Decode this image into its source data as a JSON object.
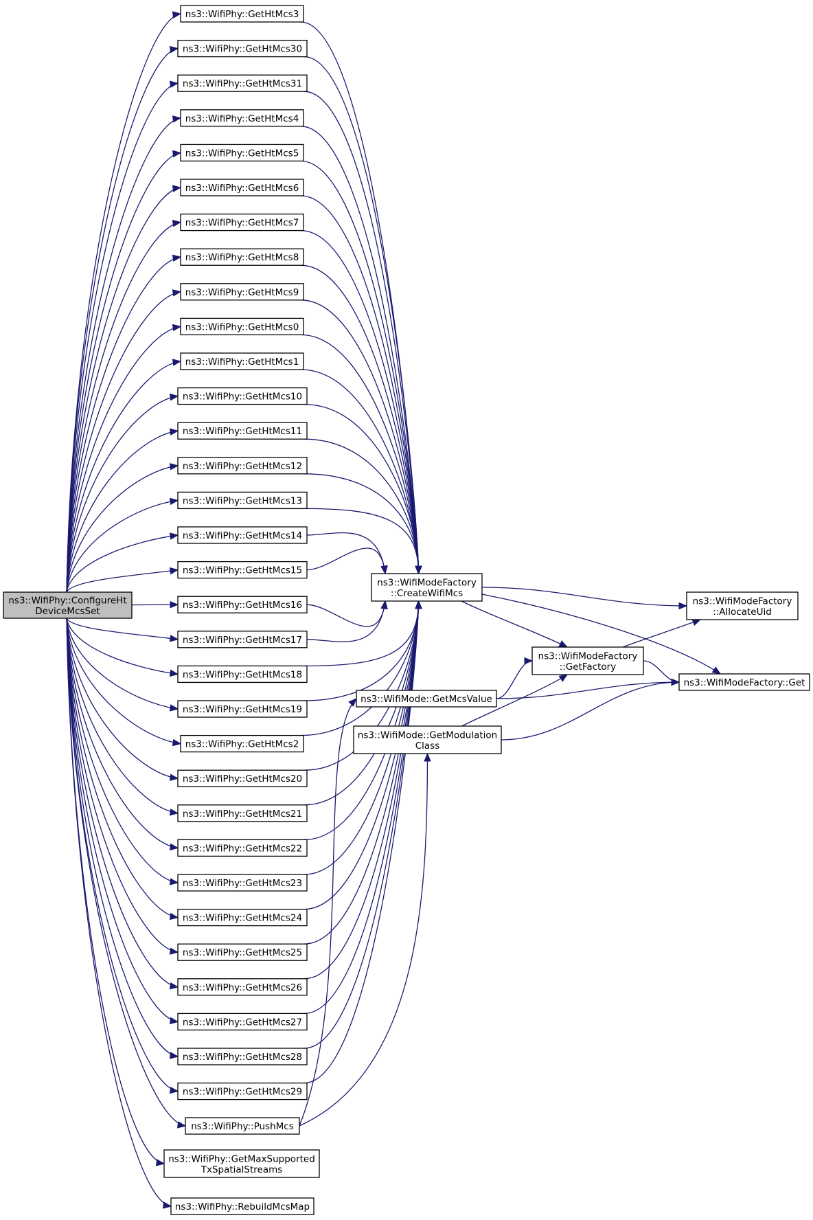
{
  "graph": {
    "nodes": [
      {
        "id": "configure",
        "lines": [
          "ns3::WifiPhy::ConfigureHt",
          "DeviceMcsSet"
        ],
        "highlighted": true
      },
      {
        "id": "ht3",
        "lines": [
          "ns3::WifiPhy::GetHtMcs3"
        ]
      },
      {
        "id": "ht30",
        "lines": [
          "ns3::WifiPhy::GetHtMcs30"
        ]
      },
      {
        "id": "ht31",
        "lines": [
          "ns3::WifiPhy::GetHtMcs31"
        ]
      },
      {
        "id": "ht4",
        "lines": [
          "ns3::WifiPhy::GetHtMcs4"
        ]
      },
      {
        "id": "ht5",
        "lines": [
          "ns3::WifiPhy::GetHtMcs5"
        ]
      },
      {
        "id": "ht6",
        "lines": [
          "ns3::WifiPhy::GetHtMcs6"
        ]
      },
      {
        "id": "ht7",
        "lines": [
          "ns3::WifiPhy::GetHtMcs7"
        ]
      },
      {
        "id": "ht8",
        "lines": [
          "ns3::WifiPhy::GetHtMcs8"
        ]
      },
      {
        "id": "ht9",
        "lines": [
          "ns3::WifiPhy::GetHtMcs9"
        ]
      },
      {
        "id": "ht0",
        "lines": [
          "ns3::WifiPhy::GetHtMcs0"
        ]
      },
      {
        "id": "ht1",
        "lines": [
          "ns3::WifiPhy::GetHtMcs1"
        ]
      },
      {
        "id": "ht10",
        "lines": [
          "ns3::WifiPhy::GetHtMcs10"
        ]
      },
      {
        "id": "ht11",
        "lines": [
          "ns3::WifiPhy::GetHtMcs11"
        ]
      },
      {
        "id": "ht12",
        "lines": [
          "ns3::WifiPhy::GetHtMcs12"
        ]
      },
      {
        "id": "ht13",
        "lines": [
          "ns3::WifiPhy::GetHtMcs13"
        ]
      },
      {
        "id": "ht14",
        "lines": [
          "ns3::WifiPhy::GetHtMcs14"
        ]
      },
      {
        "id": "ht15",
        "lines": [
          "ns3::WifiPhy::GetHtMcs15"
        ]
      },
      {
        "id": "ht16",
        "lines": [
          "ns3::WifiPhy::GetHtMcs16"
        ]
      },
      {
        "id": "ht17",
        "lines": [
          "ns3::WifiPhy::GetHtMcs17"
        ]
      },
      {
        "id": "ht18",
        "lines": [
          "ns3::WifiPhy::GetHtMcs18"
        ]
      },
      {
        "id": "ht19",
        "lines": [
          "ns3::WifiPhy::GetHtMcs19"
        ]
      },
      {
        "id": "ht2",
        "lines": [
          "ns3::WifiPhy::GetHtMcs2"
        ]
      },
      {
        "id": "ht20",
        "lines": [
          "ns3::WifiPhy::GetHtMcs20"
        ]
      },
      {
        "id": "ht21",
        "lines": [
          "ns3::WifiPhy::GetHtMcs21"
        ]
      },
      {
        "id": "ht22",
        "lines": [
          "ns3::WifiPhy::GetHtMcs22"
        ]
      },
      {
        "id": "ht23",
        "lines": [
          "ns3::WifiPhy::GetHtMcs23"
        ]
      },
      {
        "id": "ht24",
        "lines": [
          "ns3::WifiPhy::GetHtMcs24"
        ]
      },
      {
        "id": "ht25",
        "lines": [
          "ns3::WifiPhy::GetHtMcs25"
        ]
      },
      {
        "id": "ht26",
        "lines": [
          "ns3::WifiPhy::GetHtMcs26"
        ]
      },
      {
        "id": "ht27",
        "lines": [
          "ns3::WifiPhy::GetHtMcs27"
        ]
      },
      {
        "id": "ht28",
        "lines": [
          "ns3::WifiPhy::GetHtMcs28"
        ]
      },
      {
        "id": "ht29",
        "lines": [
          "ns3::WifiPhy::GetHtMcs29"
        ]
      },
      {
        "id": "pushmcs",
        "lines": [
          "ns3::WifiPhy::PushMcs"
        ]
      },
      {
        "id": "getmaxss",
        "lines": [
          "ns3::WifiPhy::GetMaxSupported",
          "TxSpatialStreams"
        ]
      },
      {
        "id": "rebuild",
        "lines": [
          "ns3::WifiPhy::RebuildMcsMap"
        ]
      },
      {
        "id": "createwifimcs",
        "lines": [
          "ns3::WifiModeFactory",
          "::CreateWifiMcs"
        ]
      },
      {
        "id": "getmcsvalue",
        "lines": [
          "ns3::WifiMode::GetMcsValue"
        ]
      },
      {
        "id": "getmodclass",
        "lines": [
          "ns3::WifiMode::GetModulation",
          "Class"
        ]
      },
      {
        "id": "getfactory",
        "lines": [
          "ns3::WifiModeFactory",
          "::GetFactory"
        ]
      },
      {
        "id": "allocateuid",
        "lines": [
          "ns3::WifiModeFactory",
          "::AllocateUid"
        ]
      },
      {
        "id": "get",
        "lines": [
          "ns3::WifiModeFactory::Get"
        ]
      }
    ],
    "edges": [
      [
        "configure",
        "ht3"
      ],
      [
        "configure",
        "ht30"
      ],
      [
        "configure",
        "ht31"
      ],
      [
        "configure",
        "ht4"
      ],
      [
        "configure",
        "ht5"
      ],
      [
        "configure",
        "ht6"
      ],
      [
        "configure",
        "ht7"
      ],
      [
        "configure",
        "ht8"
      ],
      [
        "configure",
        "ht9"
      ],
      [
        "configure",
        "ht0"
      ],
      [
        "configure",
        "ht1"
      ],
      [
        "configure",
        "ht10"
      ],
      [
        "configure",
        "ht11"
      ],
      [
        "configure",
        "ht12"
      ],
      [
        "configure",
        "ht13"
      ],
      [
        "configure",
        "ht14"
      ],
      [
        "configure",
        "ht15"
      ],
      [
        "configure",
        "ht16"
      ],
      [
        "configure",
        "ht17"
      ],
      [
        "configure",
        "ht18"
      ],
      [
        "configure",
        "ht19"
      ],
      [
        "configure",
        "ht2"
      ],
      [
        "configure",
        "ht20"
      ],
      [
        "configure",
        "ht21"
      ],
      [
        "configure",
        "ht22"
      ],
      [
        "configure",
        "ht23"
      ],
      [
        "configure",
        "ht24"
      ],
      [
        "configure",
        "ht25"
      ],
      [
        "configure",
        "ht26"
      ],
      [
        "configure",
        "ht27"
      ],
      [
        "configure",
        "ht28"
      ],
      [
        "configure",
        "ht29"
      ],
      [
        "configure",
        "pushmcs"
      ],
      [
        "configure",
        "getmaxss"
      ],
      [
        "configure",
        "rebuild"
      ],
      [
        "ht3",
        "createwifimcs"
      ],
      [
        "ht30",
        "createwifimcs"
      ],
      [
        "ht31",
        "createwifimcs"
      ],
      [
        "ht4",
        "createwifimcs"
      ],
      [
        "ht5",
        "createwifimcs"
      ],
      [
        "ht6",
        "createwifimcs"
      ],
      [
        "ht7",
        "createwifimcs"
      ],
      [
        "ht8",
        "createwifimcs"
      ],
      [
        "ht9",
        "createwifimcs"
      ],
      [
        "ht0",
        "createwifimcs"
      ],
      [
        "ht1",
        "createwifimcs"
      ],
      [
        "ht10",
        "createwifimcs"
      ],
      [
        "ht11",
        "createwifimcs"
      ],
      [
        "ht12",
        "createwifimcs"
      ],
      [
        "ht13",
        "createwifimcs"
      ],
      [
        "ht14",
        "createwifimcs"
      ],
      [
        "ht15",
        "createwifimcs"
      ],
      [
        "ht16",
        "createwifimcs"
      ],
      [
        "ht17",
        "createwifimcs"
      ],
      [
        "ht18",
        "createwifimcs"
      ],
      [
        "ht19",
        "createwifimcs"
      ],
      [
        "ht2",
        "createwifimcs"
      ],
      [
        "ht20",
        "createwifimcs"
      ],
      [
        "ht21",
        "createwifimcs"
      ],
      [
        "ht22",
        "createwifimcs"
      ],
      [
        "ht23",
        "createwifimcs"
      ],
      [
        "ht24",
        "createwifimcs"
      ],
      [
        "ht25",
        "createwifimcs"
      ],
      [
        "ht26",
        "createwifimcs"
      ],
      [
        "ht27",
        "createwifimcs"
      ],
      [
        "ht28",
        "createwifimcs"
      ],
      [
        "ht29",
        "createwifimcs"
      ],
      [
        "pushmcs",
        "getmcsvalue"
      ],
      [
        "pushmcs",
        "getmodclass"
      ],
      [
        "createwifimcs",
        "allocateuid"
      ],
      [
        "createwifimcs",
        "getfactory"
      ],
      [
        "createwifimcs",
        "get"
      ],
      [
        "getmcsvalue",
        "getfactory"
      ],
      [
        "getmcsvalue",
        "get"
      ],
      [
        "getmodclass",
        "getfactory"
      ],
      [
        "getmodclass",
        "get"
      ],
      [
        "getfactory",
        "allocateuid"
      ],
      [
        "getfactory",
        "get"
      ]
    ]
  },
  "colors": {
    "edge": "#191970",
    "node_fill": "#ffffff",
    "root_fill": "#bfbfbf",
    "node_border": "#000000"
  }
}
